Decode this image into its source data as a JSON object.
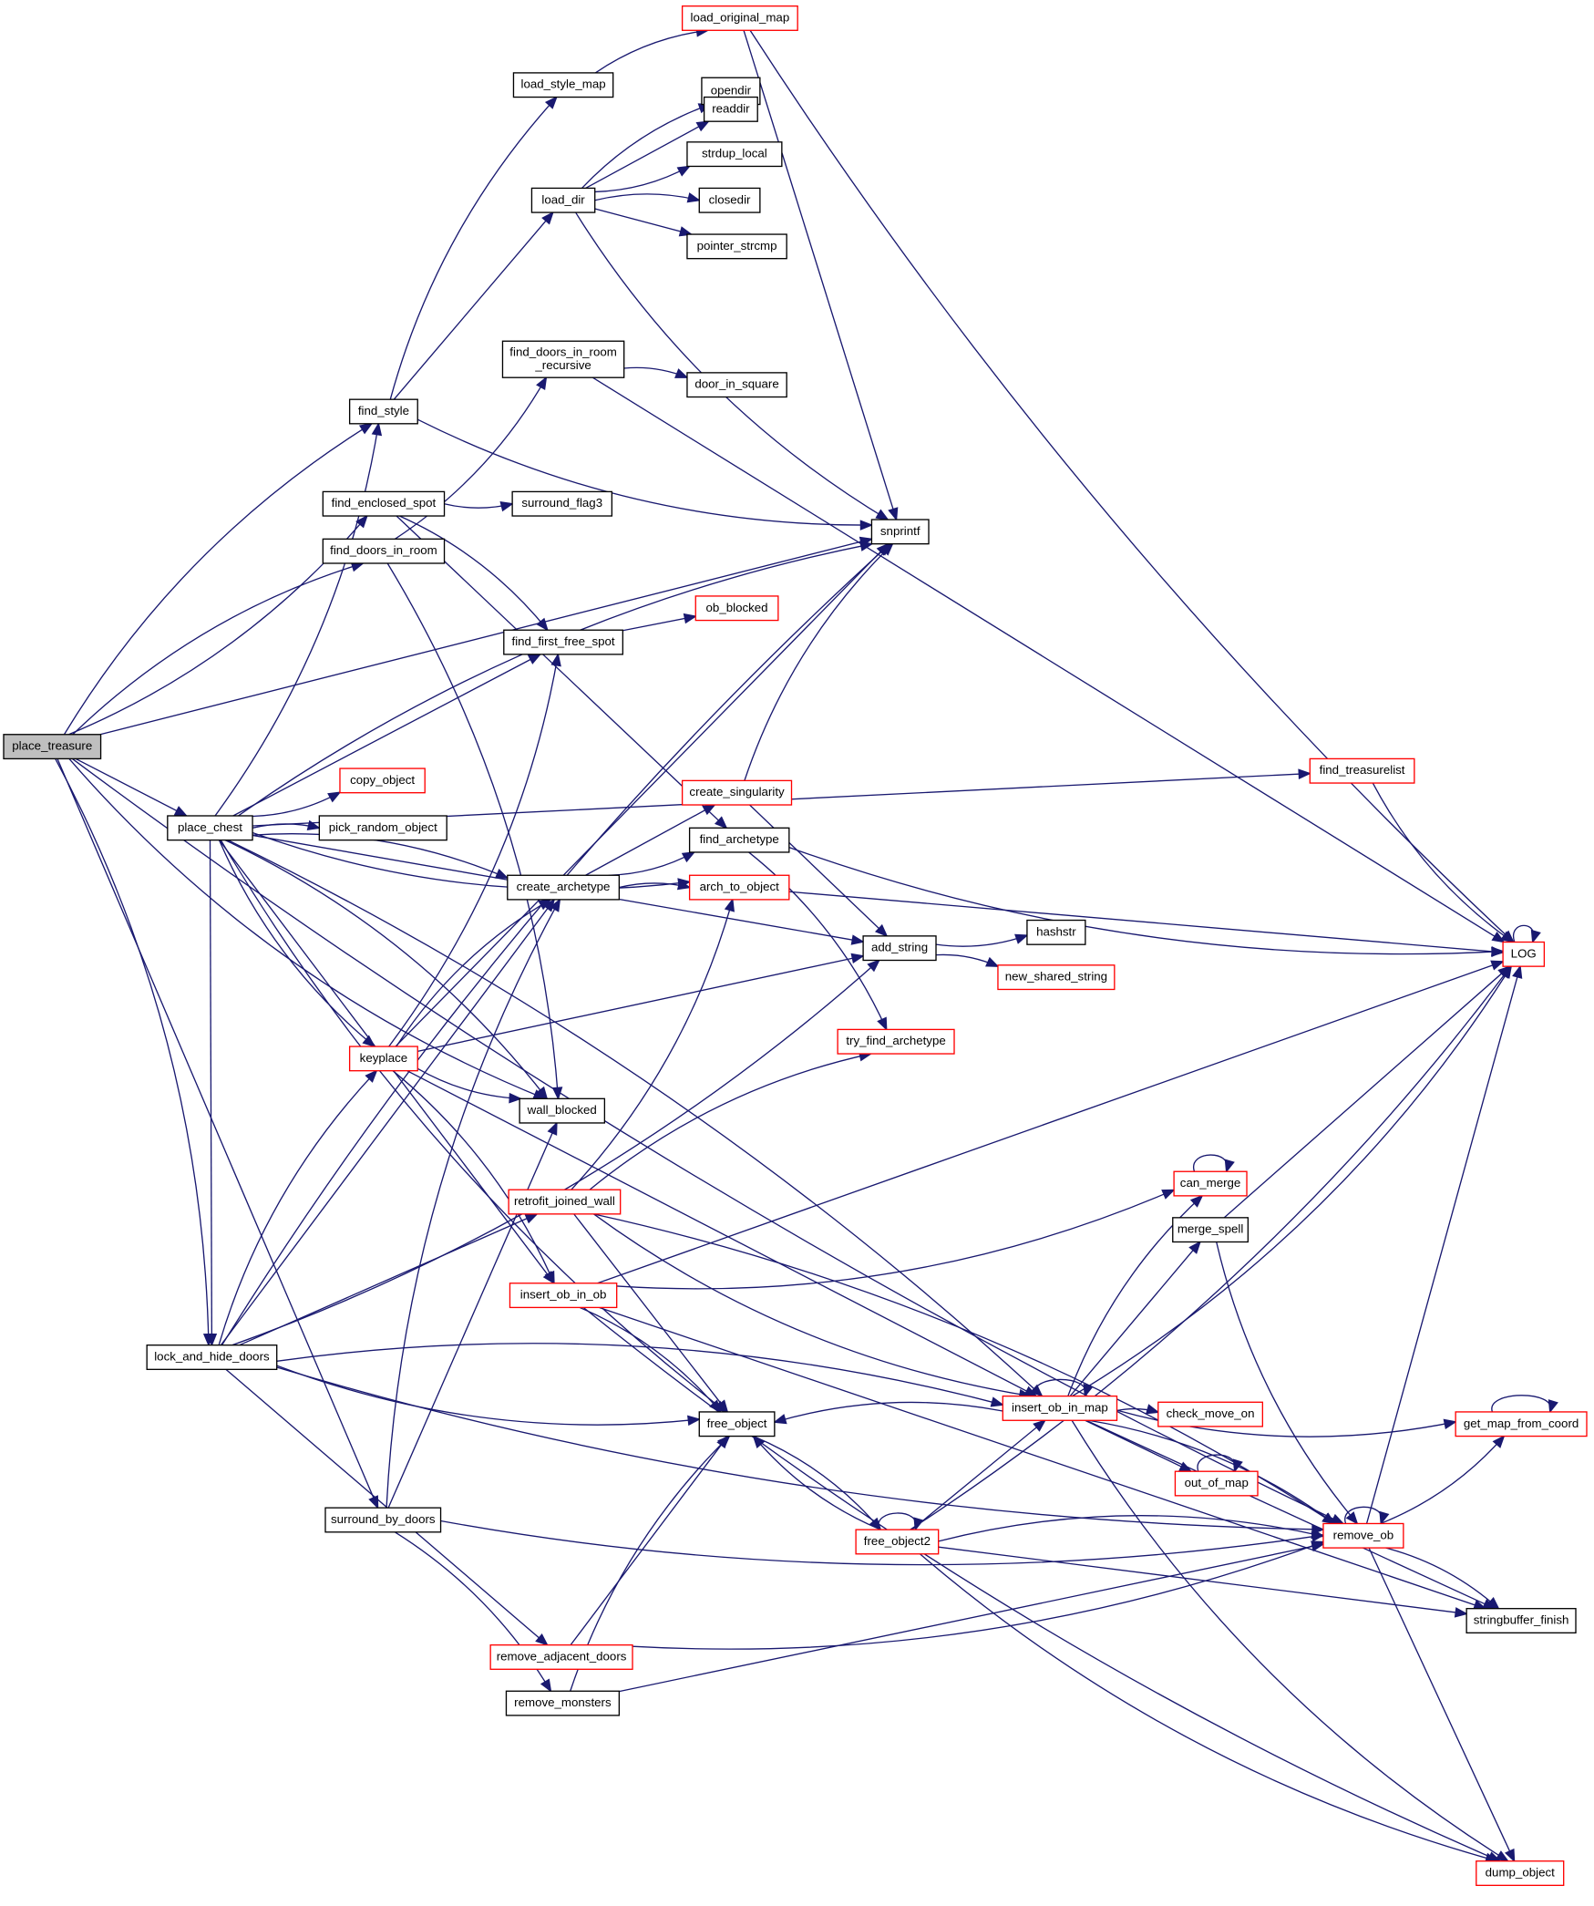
{
  "title": "place_treasure call graph",
  "colors": {
    "edge": "#191970",
    "node_border": "#000000",
    "node_border_external": "#ff0000",
    "root_fill": "#bfbfbf"
  },
  "nodes": [
    {
      "id": "place_treasure",
      "label": "place_treasure",
      "style": "root"
    },
    {
      "id": "find_style",
      "label": "find_style",
      "style": "normal"
    },
    {
      "id": "load_style_map",
      "label": "load_style_map",
      "style": "normal"
    },
    {
      "id": "load_original_map",
      "label": "load_original_map",
      "style": "red"
    },
    {
      "id": "load_dir",
      "label": "load_dir",
      "style": "normal"
    },
    {
      "id": "opendir",
      "label": "opendir",
      "style": "normal"
    },
    {
      "id": "readdir",
      "label": "readdir",
      "style": "normal"
    },
    {
      "id": "strdup_local",
      "label": "strdup_local",
      "style": "normal"
    },
    {
      "id": "closedir",
      "label": "closedir",
      "style": "normal"
    },
    {
      "id": "pointer_strcmp",
      "label": "pointer_strcmp",
      "style": "normal"
    },
    {
      "id": "find_doors_in_room_recursive",
      "label": "find_doors_in_room\n_recursive",
      "style": "normal"
    },
    {
      "id": "door_in_square",
      "label": "door_in_square",
      "style": "normal"
    },
    {
      "id": "find_enclosed_spot",
      "label": "find_enclosed_spot",
      "style": "normal"
    },
    {
      "id": "surround_flag3",
      "label": "surround_flag3",
      "style": "normal"
    },
    {
      "id": "find_doors_in_room",
      "label": "find_doors_in_room",
      "style": "normal"
    },
    {
      "id": "snprintf",
      "label": "snprintf",
      "style": "normal"
    },
    {
      "id": "ob_blocked",
      "label": "ob_blocked",
      "style": "red"
    },
    {
      "id": "find_first_free_spot",
      "label": "find_first_free_spot",
      "style": "normal"
    },
    {
      "id": "copy_object",
      "label": "copy_object",
      "style": "red"
    },
    {
      "id": "place_chest",
      "label": "place_chest",
      "style": "normal"
    },
    {
      "id": "pick_random_object",
      "label": "pick_random_object",
      "style": "normal"
    },
    {
      "id": "find_treasurelist",
      "label": "find_treasurelist",
      "style": "red"
    },
    {
      "id": "create_singularity",
      "label": "create_singularity",
      "style": "red"
    },
    {
      "id": "find_archetype",
      "label": "find_archetype",
      "style": "normal"
    },
    {
      "id": "create_archetype",
      "label": "create_archetype",
      "style": "normal"
    },
    {
      "id": "arch_to_object",
      "label": "arch_to_object",
      "style": "red"
    },
    {
      "id": "add_string",
      "label": "add_string",
      "style": "normal"
    },
    {
      "id": "hashstr",
      "label": "hashstr",
      "style": "normal"
    },
    {
      "id": "new_shared_string",
      "label": "new_shared_string",
      "style": "red"
    },
    {
      "id": "LOG",
      "label": "LOG",
      "style": "red"
    },
    {
      "id": "try_find_archetype",
      "label": "try_find_archetype",
      "style": "red"
    },
    {
      "id": "keyplace",
      "label": "keyplace",
      "style": "red"
    },
    {
      "id": "wall_blocked",
      "label": "wall_blocked",
      "style": "normal"
    },
    {
      "id": "can_merge",
      "label": "can_merge",
      "style": "red"
    },
    {
      "id": "retrofit_joined_wall",
      "label": "retrofit_joined_wall",
      "style": "red"
    },
    {
      "id": "merge_spell",
      "label": "merge_spell",
      "style": "normal"
    },
    {
      "id": "insert_ob_in_ob",
      "label": "insert_ob_in_ob",
      "style": "red"
    },
    {
      "id": "lock_and_hide_doors",
      "label": "lock_and_hide_doors",
      "style": "normal"
    },
    {
      "id": "free_object",
      "label": "free_object",
      "style": "normal"
    },
    {
      "id": "insert_ob_in_map",
      "label": "insert_ob_in_map",
      "style": "red"
    },
    {
      "id": "check_move_on",
      "label": "check_move_on",
      "style": "red"
    },
    {
      "id": "get_map_from_coord",
      "label": "get_map_from_coord",
      "style": "red"
    },
    {
      "id": "out_of_map",
      "label": "out_of_map",
      "style": "red"
    },
    {
      "id": "free_object2",
      "label": "free_object2",
      "style": "red"
    },
    {
      "id": "remove_ob",
      "label": "remove_ob",
      "style": "red"
    },
    {
      "id": "surround_by_doors",
      "label": "surround_by_doors",
      "style": "normal"
    },
    {
      "id": "stringbuffer_finish",
      "label": "stringbuffer_finish",
      "style": "normal"
    },
    {
      "id": "remove_adjacent_doors",
      "label": "remove_adjacent_doors",
      "style": "red"
    },
    {
      "id": "remove_monsters",
      "label": "remove_monsters",
      "style": "normal"
    },
    {
      "id": "dump_object",
      "label": "dump_object",
      "style": "red"
    }
  ],
  "edges": [
    [
      "place_treasure",
      "find_style"
    ],
    [
      "place_treasure",
      "snprintf"
    ],
    [
      "place_treasure",
      "find_enclosed_spot"
    ],
    [
      "place_treasure",
      "find_doors_in_room"
    ],
    [
      "place_treasure",
      "place_chest"
    ],
    [
      "place_treasure",
      "wall_blocked"
    ],
    [
      "place_treasure",
      "lock_and_hide_doors"
    ],
    [
      "place_treasure",
      "surround_by_doors"
    ],
    [
      "place_treasure",
      "remove_ob"
    ],
    [
      "find_style",
      "load_style_map"
    ],
    [
      "find_style",
      "load_dir"
    ],
    [
      "find_style",
      "snprintf"
    ],
    [
      "load_style_map",
      "load_original_map"
    ],
    [
      "load_original_map",
      "snprintf"
    ],
    [
      "load_original_map",
      "LOG"
    ],
    [
      "load_dir",
      "opendir"
    ],
    [
      "load_dir",
      "readdir"
    ],
    [
      "load_dir",
      "strdup_local"
    ],
    [
      "load_dir",
      "closedir"
    ],
    [
      "load_dir",
      "pointer_strcmp"
    ],
    [
      "load_dir",
      "snprintf"
    ],
    [
      "find_doors_in_room_recursive",
      "door_in_square"
    ],
    [
      "find_doors_in_room_recursive",
      "LOG"
    ],
    [
      "find_enclosed_spot",
      "surround_flag3"
    ],
    [
      "find_enclosed_spot",
      "find_first_free_spot"
    ],
    [
      "find_enclosed_spot",
      "find_archetype"
    ],
    [
      "find_doors_in_room",
      "find_doors_in_room_recursive"
    ],
    [
      "find_doors_in_room",
      "wall_blocked"
    ],
    [
      "find_first_free_spot",
      "ob_blocked"
    ],
    [
      "place_chest",
      "find_style"
    ],
    [
      "place_chest",
      "snprintf"
    ],
    [
      "place_chest",
      "find_first_free_spot"
    ],
    [
      "place_chest",
      "copy_object"
    ],
    [
      "place_chest",
      "pick_random_object"
    ],
    [
      "place_chest",
      "find_treasurelist"
    ],
    [
      "place_chest",
      "arch_to_object"
    ],
    [
      "place_chest",
      "create_archetype"
    ],
    [
      "place_chest",
      "add_string"
    ],
    [
      "place_chest",
      "keyplace"
    ],
    [
      "place_chest",
      "wall_blocked"
    ],
    [
      "place_chest",
      "insert_ob_in_ob"
    ],
    [
      "place_chest",
      "free_object"
    ],
    [
      "place_chest",
      "insert_ob_in_map"
    ],
    [
      "place_chest",
      "lock_and_hide_doors"
    ],
    [
      "find_treasurelist",
      "LOG"
    ],
    [
      "create_singularity",
      "snprintf"
    ],
    [
      "create_singularity",
      "add_string"
    ],
    [
      "find_archetype",
      "LOG"
    ],
    [
      "find_archetype",
      "try_find_archetype"
    ],
    [
      "create_archetype",
      "create_singularity"
    ],
    [
      "create_archetype",
      "find_archetype"
    ],
    [
      "create_archetype",
      "arch_to_object"
    ],
    [
      "arch_to_object",
      "LOG"
    ],
    [
      "add_string",
      "hashstr"
    ],
    [
      "add_string",
      "new_shared_string"
    ],
    [
      "keyplace",
      "snprintf"
    ],
    [
      "keyplace",
      "find_first_free_spot"
    ],
    [
      "keyplace",
      "create_archetype"
    ],
    [
      "keyplace",
      "add_string"
    ],
    [
      "keyplace",
      "wall_blocked"
    ],
    [
      "keyplace",
      "insert_ob_in_ob"
    ],
    [
      "keyplace",
      "insert_ob_in_map"
    ],
    [
      "retrofit_joined_wall",
      "arch_to_object"
    ],
    [
      "retrofit_joined_wall",
      "try_find_archetype"
    ],
    [
      "retrofit_joined_wall",
      "free_object"
    ],
    [
      "retrofit_joined_wall",
      "insert_ob_in_map"
    ],
    [
      "retrofit_joined_wall",
      "remove_ob"
    ],
    [
      "insert_ob_in_ob",
      "LOG"
    ],
    [
      "insert_ob_in_ob",
      "can_merge"
    ],
    [
      "insert_ob_in_ob",
      "free_object"
    ],
    [
      "insert_ob_in_ob",
      "stringbuffer_finish"
    ],
    [
      "insert_ob_in_ob",
      "dump_object"
    ],
    [
      "can_merge",
      "can_merge"
    ],
    [
      "merge_spell",
      "LOG"
    ],
    [
      "merge_spell",
      "remove_ob"
    ],
    [
      "lock_and_hide_doors",
      "snprintf"
    ],
    [
      "lock_and_hide_doors",
      "create_archetype"
    ],
    [
      "lock_and_hide_doors",
      "add_string"
    ],
    [
      "lock_and_hide_doors",
      "keyplace"
    ],
    [
      "lock_and_hide_doors",
      "retrofit_joined_wall"
    ],
    [
      "lock_and_hide_doors",
      "free_object"
    ],
    [
      "lock_and_hide_doors",
      "insert_ob_in_map"
    ],
    [
      "lock_and_hide_doors",
      "remove_adjacent_doors"
    ],
    [
      "lock_and_hide_doors",
      "remove_ob"
    ],
    [
      "free_object",
      "free_object2"
    ],
    [
      "insert_ob_in_map",
      "insert_ob_in_map"
    ],
    [
      "insert_ob_in_map",
      "free_object"
    ],
    [
      "insert_ob_in_map",
      "can_merge"
    ],
    [
      "insert_ob_in_map",
      "merge_spell"
    ],
    [
      "insert_ob_in_map",
      "LOG"
    ],
    [
      "insert_ob_in_map",
      "check_move_on"
    ],
    [
      "insert_ob_in_map",
      "out_of_map"
    ],
    [
      "insert_ob_in_map",
      "get_map_from_coord"
    ],
    [
      "insert_ob_in_map",
      "remove_ob"
    ],
    [
      "insert_ob_in_map",
      "stringbuffer_finish"
    ],
    [
      "insert_ob_in_map",
      "dump_object"
    ],
    [
      "out_of_map",
      "out_of_map"
    ],
    [
      "get_map_from_coord",
      "get_map_from_coord"
    ],
    [
      "free_object2",
      "free_object2"
    ],
    [
      "free_object2",
      "free_object"
    ],
    [
      "free_object2",
      "insert_ob_in_map"
    ],
    [
      "free_object2",
      "LOG"
    ],
    [
      "free_object2",
      "remove_ob"
    ],
    [
      "free_object2",
      "stringbuffer_finish"
    ],
    [
      "free_object2",
      "dump_object"
    ],
    [
      "remove_ob",
      "remove_ob"
    ],
    [
      "remove_ob",
      "LOG"
    ],
    [
      "remove_ob",
      "get_map_from_coord"
    ],
    [
      "remove_ob",
      "stringbuffer_finish"
    ],
    [
      "remove_ob",
      "dump_object"
    ],
    [
      "LOG",
      "LOG"
    ],
    [
      "surround_by_doors",
      "create_archetype"
    ],
    [
      "surround_by_doors",
      "wall_blocked"
    ],
    [
      "surround_by_doors",
      "remove_ob"
    ],
    [
      "surround_by_doors",
      "remove_monsters"
    ],
    [
      "remove_adjacent_doors",
      "free_object"
    ],
    [
      "remove_adjacent_doors",
      "remove_ob"
    ],
    [
      "remove_monsters",
      "free_object"
    ],
    [
      "remove_monsters",
      "remove_ob"
    ]
  ]
}
